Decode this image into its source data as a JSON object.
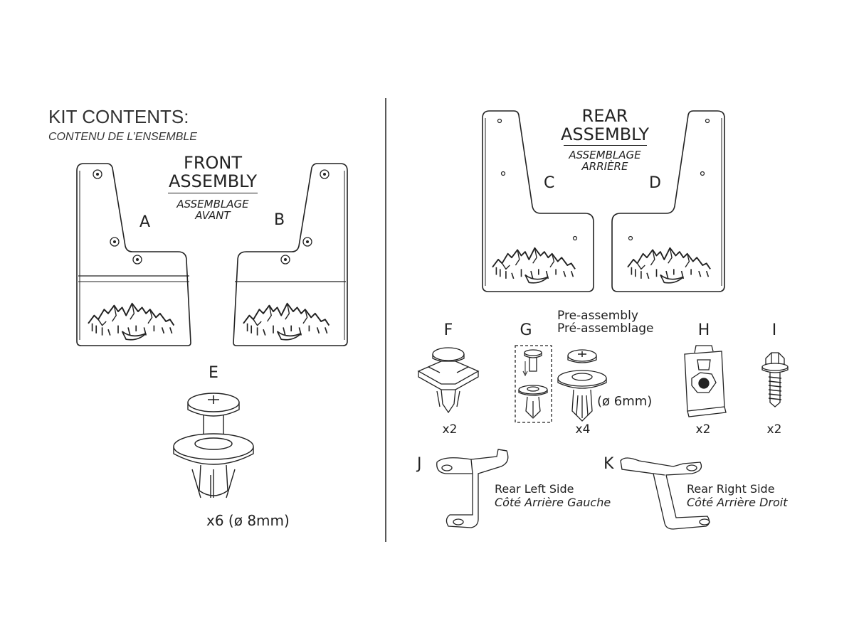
{
  "header": {
    "title": "KIT CONTENTS:",
    "subtitle": "CONTENU DE L’ENSEMBLE"
  },
  "front_assembly": {
    "title_line1": "FRONT",
    "title_line2": "ASSEMBLY",
    "sub_line1": "ASSEMBLAGE",
    "sub_line2": "AVANT",
    "left_label": "A",
    "right_label": "B"
  },
  "rear_assembly": {
    "title_line1": "REAR",
    "title_line2": "ASSEMBLY",
    "sub_line1": "ASSEMBLAGE",
    "sub_line2": "ARRIÈRE",
    "left_label": "C",
    "right_label": "D"
  },
  "parts": {
    "E": {
      "label": "E",
      "qty": "x6 (ø 8mm)"
    },
    "F": {
      "label": "F",
      "qty": "x2"
    },
    "G": {
      "label": "G",
      "qty": "x4",
      "size": "(ø 6mm)",
      "pre_en": "Pre-assembly",
      "pre_fr": "Pré-assemblage"
    },
    "H": {
      "label": "H",
      "qty": "x2"
    },
    "I": {
      "label": "I",
      "qty": "x2"
    },
    "J": {
      "label": "J",
      "name_en": "Rear Left Side",
      "name_fr": "Côté Arrière Gauche"
    },
    "K": {
      "label": "K",
      "name_en": "Rear Right Side",
      "name_fr": "Côté Arrière Droit"
    }
  },
  "icons": [
    "mudflap-a",
    "mudflap-b",
    "mudflap-c",
    "mudflap-d",
    "push-rivet-e",
    "push-clip-f",
    "rivet-g",
    "u-nut-h",
    "bolt-i",
    "bracket-j",
    "bracket-k"
  ],
  "colors": {
    "line": "#222222",
    "background": "#ffffff"
  }
}
